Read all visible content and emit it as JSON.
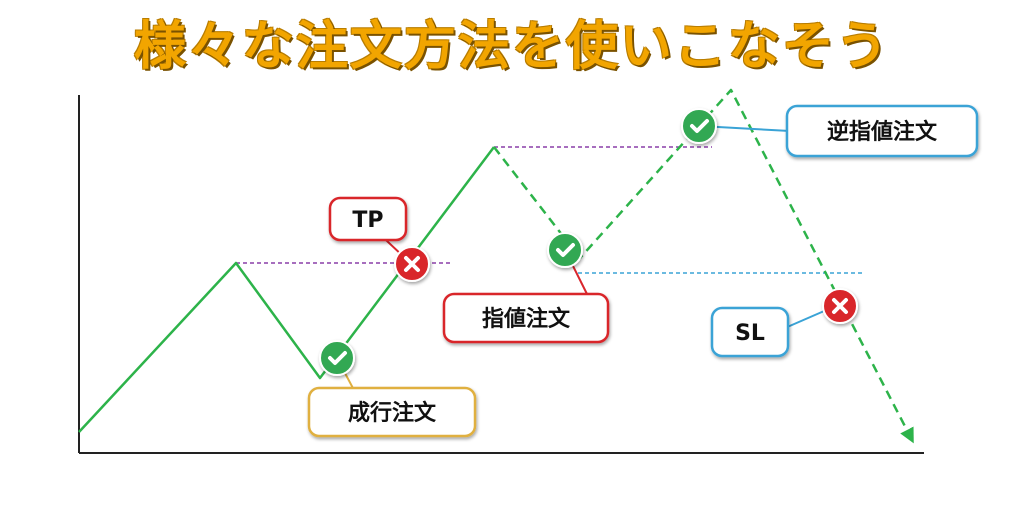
{
  "title": "様々な注文方法を使いこなそう",
  "labels": {
    "market_order": "成行注文",
    "limit_order": "指値注文",
    "stop_order": "逆指値注文",
    "take_profit": "TP",
    "stop_loss": "SL"
  },
  "colors": {
    "title": "#f2a500",
    "price_line": "#2db34a",
    "check_badge": "#33a852",
    "cross_badge": "#d9262c",
    "market_box_border": "#e0b040",
    "red_box_border": "#d9262c",
    "blue_box_border": "#3aa3d6",
    "purple_dash": "#8a3fa8",
    "cyan_dash": "#3aa3d6"
  },
  "icons": [
    "check-icon",
    "cross-icon"
  ]
}
